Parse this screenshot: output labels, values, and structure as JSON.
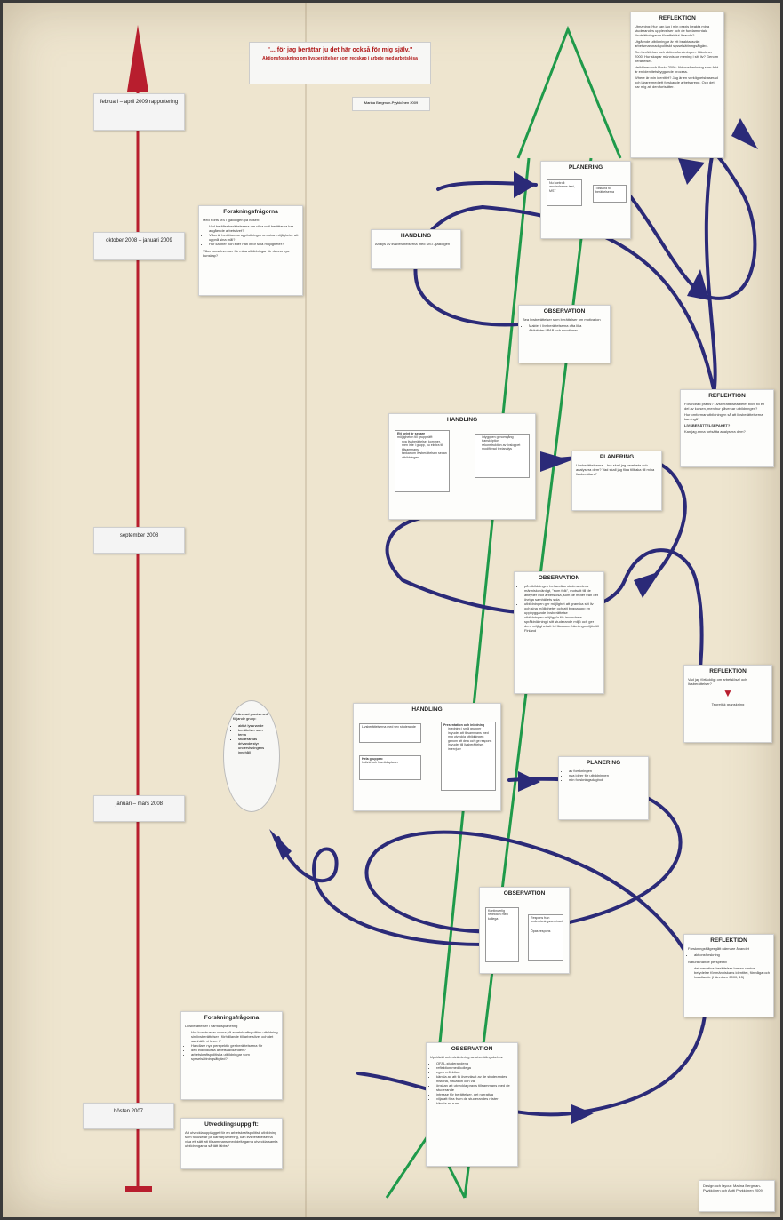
{
  "title": {
    "quote": "\"... för jag berättar ju det här också för mig själv.\"",
    "subtitle": "Aktionsforskning om livsberättelser som redskap i arbete med arbetslösa",
    "author": "Marina Bergman-Pyykkönen 2009"
  },
  "timeline": [
    "februari – april 2009 rapportering",
    "oktober 2008 – januari 2009",
    "september 2008",
    "januari – mars 2008",
    "hösten 2007"
  ],
  "forskningsfragorna_top": {
    "heading": "Forskningsfrågorna",
    "intro": "Med Forts MST gällidigen på hösen:",
    "items": [
      "Vad betäller berättelserna om vilka mål berättarna har angående arbetslivet?",
      "Vilka är berättarnas uppfattningar om sina möjligheter att uppnå sina mål?",
      "Hur känner hon eller han inför sina möjligheter?"
    ],
    "footer": "Vilka konsekvenser får mina utbildningar för denna nya kunskap?"
  },
  "forskningsfragorna_bottom": {
    "heading": "Forskningsfrågorna",
    "intro": "Livsberättelser i samtalsplanering",
    "items": [
      "Hur konstruerar vuxna på arbetskraftspolitisk utbildning sin livsberättelser i förhållande till arbetslivet och det samhälle vi lever i?",
      "Handlare nya perspektiv ger berättelserna för",
      "den individuella arbetsvävdanden?",
      "arbetskraftspolitiska utbildningar som sysselsättningsåtgärd?"
    ]
  },
  "utvecklingsuppgift": {
    "heading": "Utvecklingsuppgift:",
    "text": "Att utveckla upplägget för en arbetskraftspolitisk utbildning som fokuserar på karriärplanering, kan livsberättelserna visa ett sätt att tillsammans med deltagarna utveckla samla utbildningarna så tätt läbbs?"
  },
  "reflektion_top": {
    "heading": "REFLEKTION",
    "paragraphs": [
      "Utmaning: Hur kan jag i min praxis beakta mina studerandes upplevelser och de fundamentala förutsättningarna för effektivt lärande?",
      "Utgående utbildningar är ett beaktansvärt arbetsmarknadspolitiskt sysselsättningsåtgärd.",
      "Om berättelser och aktionsforskningen: Hämtmer 2000: Hur skapar människor mening i sitt liv? Genom berättelser.",
      "Heikkinen och Rovio 2006: Aktionsforskning som fakt är en identitetsbyggande process.",
      "Where är min identitet? Jag är en verklighetsbaserad och lärare med ett forskande arbetsgrepp. Och det har mig att den fortsätter."
    ]
  },
  "planering_1": {
    "heading": "PLANERING",
    "left": "Nu kontroll: användarens text, MST",
    "right": "Tillstånd till berättelserna"
  },
  "handling_1": {
    "heading": "HANDLING",
    "text": "Analys av livsberättelserna med MST-gällidigen"
  },
  "observation_1": {
    "heading": "OBSERVATION",
    "intro": "Bea livsberättelser som berättelser om motivation",
    "items": [
      "Makter i livsberättelserna ofta lika",
      "Aktiviteter i PAB och emotioner"
    ]
  },
  "reflektion_2": {
    "heading": "REFLEKTION",
    "paragraphs": [
      "Förändrad praxis? Livsberättelsearbetet blivit till en del av kursen, men hur påverkar utbildningen?",
      "Hur omformar utbildningen så att livsberättelserna kan ingå?",
      "LIVSBERÄTTELSEPAKET?",
      "Kan jag anna fortsätta analysera dem?"
    ]
  },
  "handling_2": {
    "heading": "HANDLING",
    "box_heading": "Ett beivt är senare",
    "box_intro": "möjligheten till gruppträff:",
    "box_items": [
      "nya livsberättelser kommer, men inte i grupp, nu ekstra till tillsammans",
      "tankar om livsberättelsen sedan utbildningen"
    ],
    "right_items": [
      "intygppen genomgång",
      "transkription",
      "rekonstruktion av livsloppet",
      "modifierad textanalys"
    ]
  },
  "planering_2": {
    "heading": "PLANERING",
    "text": "Livsberättelserna – hur skall jag bearbeta och analysera dem? Vad skall jag föra tillbaka till mina livsberättare?"
  },
  "observation_2": {
    "heading": "OBSERVATION",
    "items": [
      "på utbildningen behandlas studerandena människovärdigt, \"som folk\", motsatt till de attityder mot arbetslösa, som de möter från det övriga samhällets sida",
      "utbildningen ger möjlighet att granska sitt liv och sina möjligheter och att bygga upp en uppbyggande livsberättelse",
      "utbildningen möjliggör för invandrare språkinlärning i sitt studerande miljö och ger dem möjlighet att bli lika som främlingsmiljön till Finland"
    ]
  },
  "reflektion_3": {
    "heading": "REFLEKTION",
    "text": "Vad jag förtäckligt om arbetslösa! och livsberättelser?",
    "result": "Teoretisk granskning"
  },
  "ellipse": {
    "title": "Förändrad praxis med följande grupp:",
    "items": [
      "aktivt lyssnande",
      "berättelser som tema",
      "studerarnas drivande styr undervisningens innehåll"
    ]
  },
  "handling_3": {
    "heading": "HANDLING",
    "left_top": "Livsberättelserna med sex studerande",
    "left_bottom_heading": "Hela gruppen:",
    "left_bottom": "Individ och framtidsplaner",
    "right_heading": "Presentation och inledning",
    "right_items": [
      "inledning i små grupper",
      "intyuder att tillsammans med mig utveckla utbildningen genom att dela och ge respons",
      "intyuder till livsberättelse-intervjuer"
    ]
  },
  "planering_3": {
    "heading": "PLANERING",
    "items": [
      "av forskningen",
      "nya idéer för utbildningen",
      "min forskningsdagbok"
    ]
  },
  "observation_3": {
    "heading": "OBSERVATION",
    "left": "Kontinuerlig reflektion med kollega",
    "right_top": "Respons från undervisningsseminarier",
    "right_bottom": "Öpas respons"
  },
  "reflektion_4": {
    "heading": "REFLEKTION",
    "p1": "Forskningsfrågesgått närmare åbandet",
    "items": [
      "aktionsforskning"
    ],
    "p2": "Naturliknande perspektiv",
    "items2": [
      "det narrativa: berättelser har en central betydelse för människans identitet, förmåga och handlande (Hänninen 2000, 15)"
    ]
  },
  "observation_4": {
    "heading": "OBSERVATION",
    "intro": "Upptäckt och utvärdering av utvecklingsbehov.",
    "items": [
      "QFAL-studerandena",
      "reflektion med kollega",
      "egen reflektion:",
      "känsla av att få överväsat av de studerandes historia, situation och väl",
      "önskan att utveckla praxis tillsammans med de studerande",
      "intresse för berättelser, det narrativa",
      "vilja att föra fram de studerandes röster",
      "känsla av rum"
    ]
  },
  "credit": "Design och layout: Marina Bergman-Pyykkönen och Antti Pyykkönen 2009",
  "colors": {
    "red_axis": "#b81e2e",
    "green_arrow": "#1f9a4a",
    "spiral": "#2b2a78",
    "poster": "#eee5cf"
  }
}
